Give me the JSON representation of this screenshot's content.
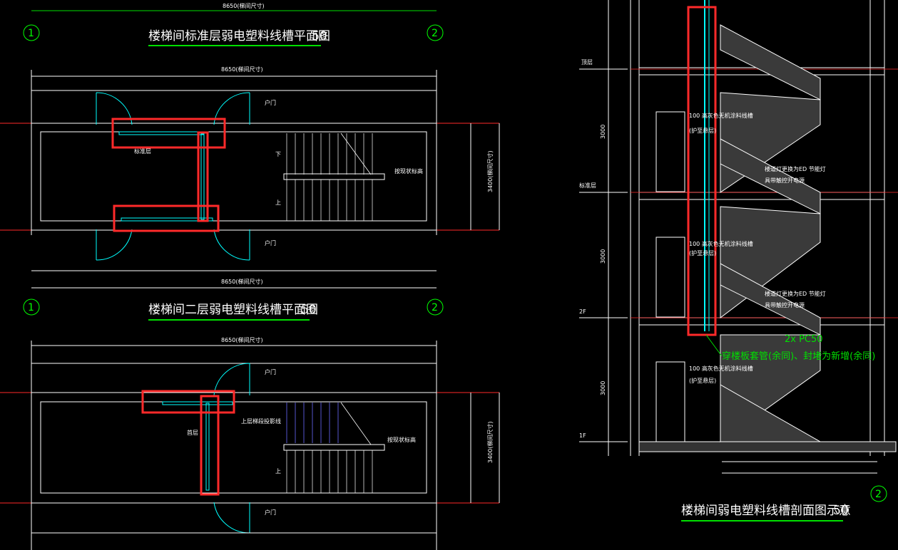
{
  "titles": {
    "standard_plan": "楼梯间标准层弱电塑料线槽平面图",
    "second_plan": "楼梯间二层弱电塑料线槽平面图",
    "section": "楼梯间弱电塑料线槽剖面图示意",
    "scale": "50"
  },
  "axes": {
    "left": "1",
    "right": "2"
  },
  "dims": {
    "top": "8650(梯间尺寸)",
    "right": "3400(梯间尺寸)",
    "floor": "3000"
  },
  "labels": {
    "door": "户门",
    "standard_level": "标准层",
    "down": "下",
    "up": "上",
    "sign": "按现状标高",
    "first_level": "首层",
    "upper_stair": "上层梯段投影线",
    "roof": "顶层",
    "std": "标准层",
    "f2": "2F",
    "f1": "1F",
    "pipe_note1": "穿楼板套管(余同)、封堵为新增(余同)",
    "pipe_note2": "2x PC50",
    "trough1": "100 高灰色无机涂料线槽",
    "trough2": "(护至悬层)",
    "light1": "楼道灯更换为ED 节能灯",
    "light2": "具带触控开电源"
  },
  "colors": {
    "highlight": "#ff2a2a",
    "green": "#00e000",
    "cyan": "#00ffff",
    "white": "#ffffff"
  }
}
